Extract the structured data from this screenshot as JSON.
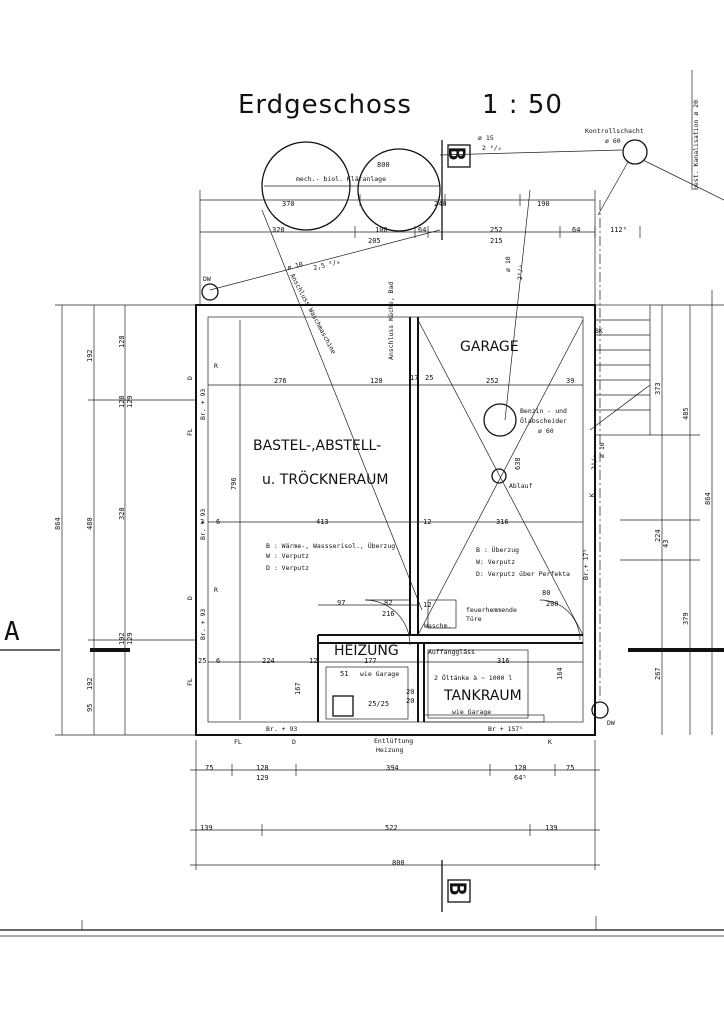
{
  "title": "Erdgeschoss",
  "scale": "1 : 50",
  "section_marks": {
    "b": "B",
    "a": "A"
  },
  "rooms": {
    "bastel_line1": "BASTEL-,ABSTELL-",
    "bastel_line2": "u. TRÖCKNERAUM",
    "garage": "GARAGE",
    "heizung": "HEIZUNG",
    "tankraum": "TANKRAUM"
  },
  "labels": {
    "klaeranlage": "mech.- biol. Kläranlage",
    "kontrollschacht": "Kontrollschacht",
    "kontrollschacht_dia": "ø 60",
    "kanal": "best. Kanalisation ø 20",
    "pipe1_dia": "ø 15",
    "pipe1_slope": "2 ⁰/₀",
    "pipe2_dia": "ø 10",
    "pipe2_slope": "2,5 ⁰/₀",
    "pipe3_dia": "ø 10",
    "pipe3_slope": "2⁰/₀",
    "pipe4_dia": "ø 10",
    "pipe4_slope": "2⁰/₀",
    "anschluss_waschmaschine": "Anschluss Waschmaschine",
    "anschluss_kueche": "Anschluss Küche, Bad",
    "benzin": "Benzin - und",
    "oelabscheider": "Ölabscheider",
    "abscheider_dia": "ø 60",
    "ablauf": "Ablauf",
    "dw": "DW",
    "bk": "BK",
    "waschm": "Waschm.",
    "feuer1": "feuerhemmende",
    "feuer2": "Türe",
    "auffang": "Auffanggläss",
    "oeltanks": "2 Öltänke à ~ 1000 l",
    "wie_garage": "wie Garage",
    "entlueftung": "Entlüftung",
    "entlueftung2": "Heizung",
    "fl": "FL",
    "d": "D",
    "k": "K",
    "r": "R"
  },
  "notes_left": [
    "B : Wärme-, Wassserisol., Überzug",
    "W : Verputz",
    "D : Verputz"
  ],
  "notes_right": [
    "B : Überzug",
    "W: Verputz",
    "D: Verputz über Perfekta"
  ],
  "dims_top1": [
    "370",
    "800",
    "240",
    "190"
  ],
  "dims_top2": [
    "320",
    "100",
    "205",
    "64",
    "252",
    "215",
    "64",
    "112⁵"
  ],
  "dims_bottom": [
    "75",
    "128",
    "129",
    "394",
    "128",
    "64⁵",
    "75",
    "139",
    "522",
    "139",
    "800"
  ],
  "dims_left": [
    "192",
    "128",
    "128",
    "129",
    "480",
    "320",
    "864",
    "192",
    "129",
    "192",
    "95"
  ],
  "dims_right": [
    "373",
    "485",
    "864",
    "224",
    "43",
    "379",
    "267"
  ],
  "dims_inner": [
    "276",
    "120",
    "17",
    "25",
    "252",
    "39",
    "413",
    "12",
    "316",
    "796",
    "638",
    "97",
    "82",
    "12",
    "216",
    "80",
    "200",
    "224",
    "12",
    "177",
    "316",
    "167",
    "164",
    "51",
    "20",
    "20",
    "25/25",
    "25",
    "6",
    "3",
    "6"
  ],
  "openings": [
    "Br. + 93",
    "Br. + 93",
    "Br. + 93",
    "Br. + 93",
    "Br + 157⁵",
    "Br.+ 17⁵"
  ]
}
